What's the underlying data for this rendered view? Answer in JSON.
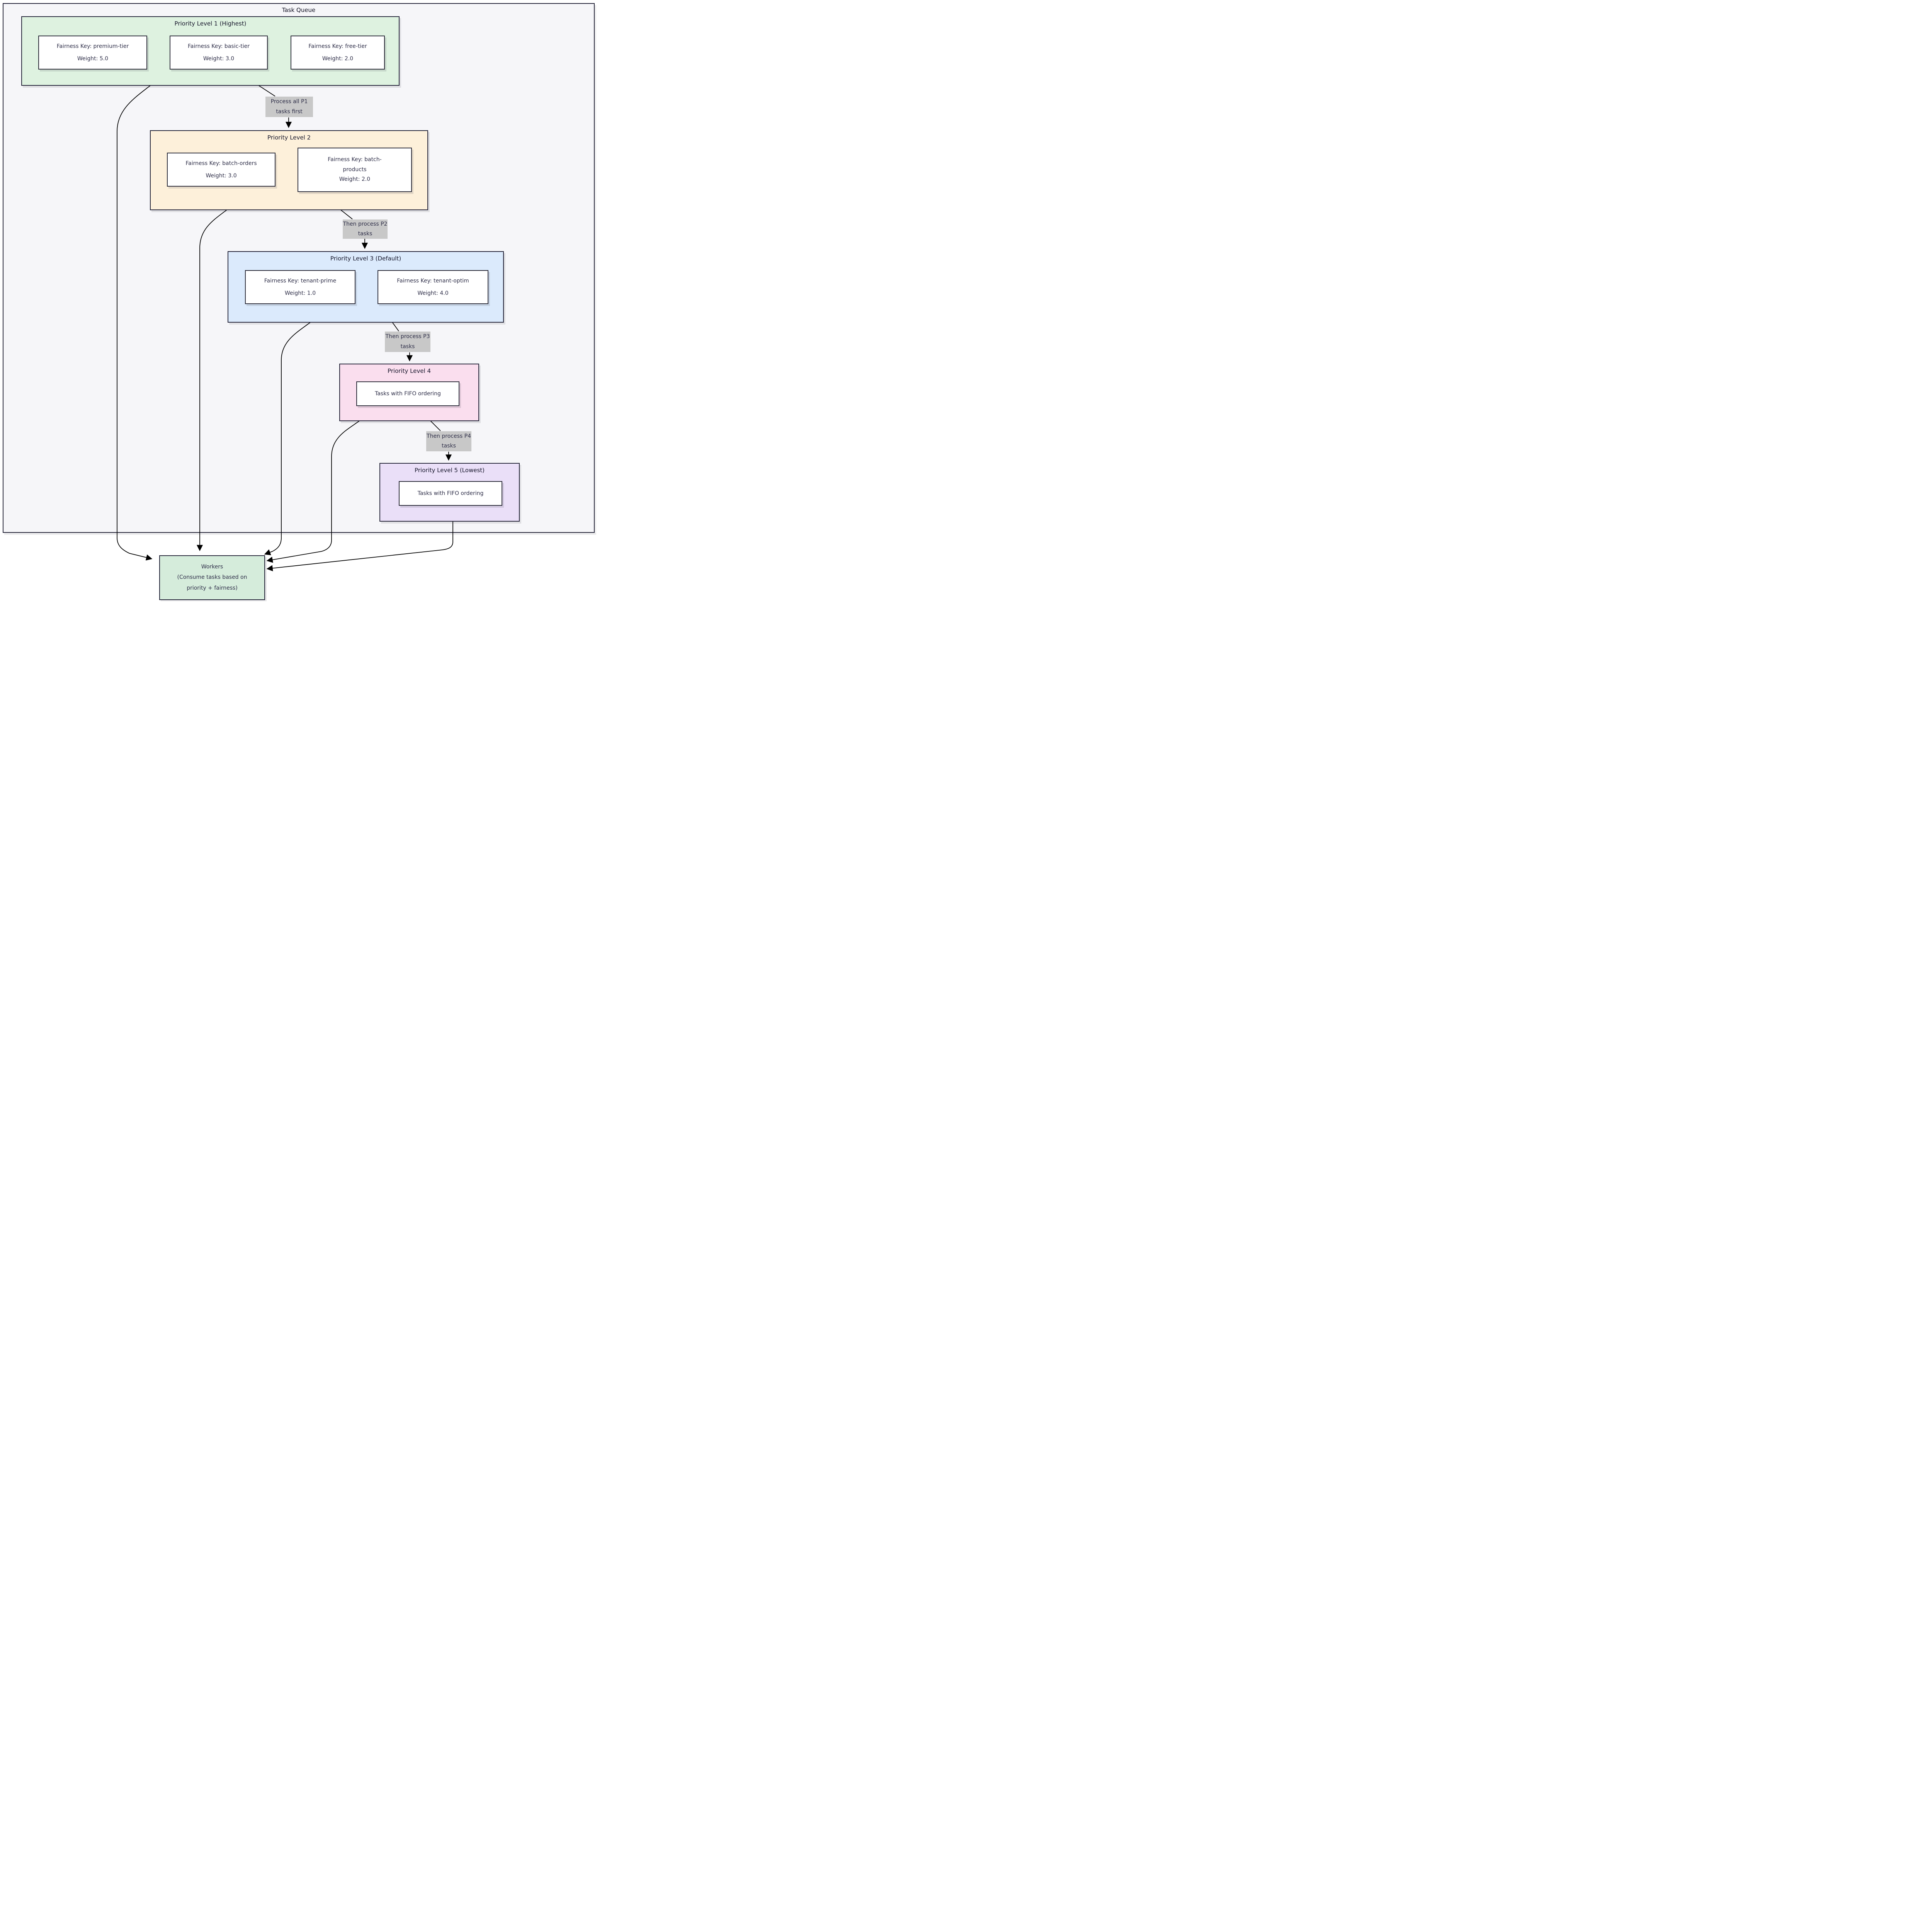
{
  "diagram": {
    "title": "Task Queue",
    "type": "flowchart",
    "palette": {
      "outer_fill": "#f6f6f9",
      "border_dark": "#26263a",
      "p1_fill": "#def2e0",
      "p2_fill": "#fdf0da",
      "p3_fill": "#dbeafc",
      "p4_fill": "#fadeee",
      "p5_fill": "#eadff8",
      "workers_fill": "#d5ecdb",
      "edge_label_fill": "#c8c8c8",
      "node_fill": "#ffffff",
      "edge_stroke": "#000000",
      "text": "#2e2e48"
    }
  },
  "subgraphs": {
    "p1": {
      "title": "Priority Level 1 (Highest)",
      "nodes": [
        {
          "lines": [
            "Fairness Key: premium-tier",
            "Weight: 5.0"
          ]
        },
        {
          "lines": [
            "Fairness Key: basic-tier",
            "Weight: 3.0"
          ]
        },
        {
          "lines": [
            "Fairness Key: free-tier",
            "Weight: 2.0"
          ]
        }
      ]
    },
    "p2": {
      "title": "Priority Level 2",
      "nodes": [
        {
          "lines": [
            "Fairness Key: batch-orders",
            "Weight: 3.0"
          ]
        },
        {
          "lines": [
            "Fairness Key: batch-products",
            "Weight: 2.0"
          ]
        }
      ]
    },
    "p3": {
      "title": "Priority Level 3 (Default)",
      "nodes": [
        {
          "lines": [
            "Fairness Key: tenant-prime",
            "Weight: 1.0"
          ]
        },
        {
          "lines": [
            "Fairness Key: tenant-optim",
            "Weight: 4.0"
          ]
        }
      ]
    },
    "p4": {
      "title": "Priority Level 4",
      "nodes": [
        {
          "lines": [
            "Tasks with FIFO ordering"
          ]
        }
      ]
    },
    "p5": {
      "title": "Priority Level 5 (Lowest)",
      "nodes": [
        {
          "lines": [
            "Tasks with FIFO ordering"
          ]
        }
      ]
    }
  },
  "edges": {
    "p1_p2": {
      "from": "Priority Level 1",
      "to": "Priority Level 2",
      "label": "Process all P1 tasks first"
    },
    "p2_p3": {
      "from": "Priority Level 2",
      "to": "Priority Level 3",
      "label": "Then process P2 tasks"
    },
    "p3_p4": {
      "from": "Priority Level 3",
      "to": "Priority Level 4",
      "label": "Then process P3 tasks"
    },
    "p4_p5": {
      "from": "Priority Level 4",
      "to": "Priority Level 5",
      "label": "Then process P4 tasks"
    },
    "to_workers": {
      "sources": [
        "Priority Level 1",
        "Priority Level 2",
        "Priority Level 3",
        "Priority Level 4",
        "Priority Level 5"
      ],
      "target": "Workers"
    }
  },
  "workers": {
    "lines": [
      "Workers",
      "(Consume tasks based on",
      "priority + fairness)"
    ]
  }
}
